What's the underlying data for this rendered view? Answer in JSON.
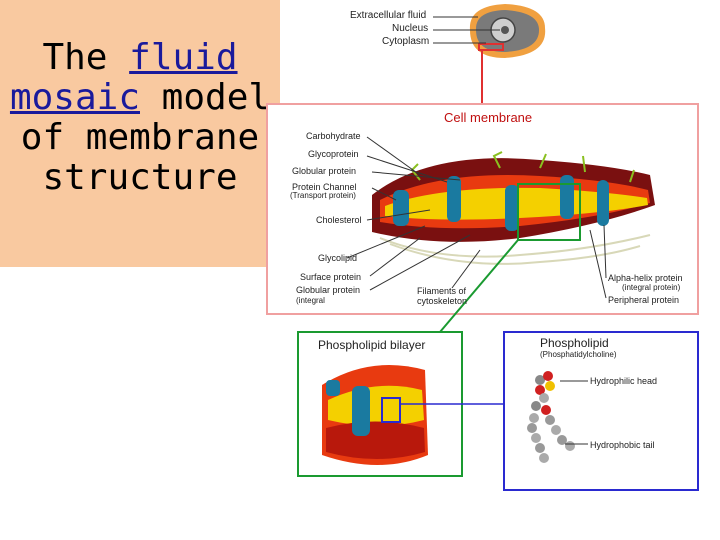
{
  "title": {
    "part1": "The ",
    "link1": "fluid",
    "link2": "mosaic",
    "part2": " model of membrane structure"
  },
  "cell_labels": {
    "extracellular": "Extracellular fluid",
    "nucleus": "Nucleus",
    "cytoplasm": "Cytoplasm"
  },
  "membrane": {
    "title": "Cell membrane",
    "left_labels": [
      "Carbohydrate",
      "Glycoprotein",
      "Globular protein",
      "Protein Channel",
      "(Transport protein)",
      "Cholesterol",
      "Glycolipid",
      "Surface protein",
      "Globular protein",
      "(integral"
    ],
    "filaments": "Filaments of",
    "filaments2": "cytoskeleton",
    "alpha_helix": "Alpha-helix protein",
    "integral": "(integral protein)",
    "peripheral": "Peripheral protein"
  },
  "bilayer": {
    "title": "Phospholipid bilayer"
  },
  "phospholipid": {
    "title": "Phospholipid",
    "subtitle": "(Phosphatidylcholine)",
    "head": "Hydrophilic head",
    "tail": "Hydrophobic tail"
  },
  "colors": {
    "title_bg": "#f9c9a0",
    "link": "#1a1a9c",
    "connector": "#e03030",
    "box_border": "#f0a0a0"
  }
}
